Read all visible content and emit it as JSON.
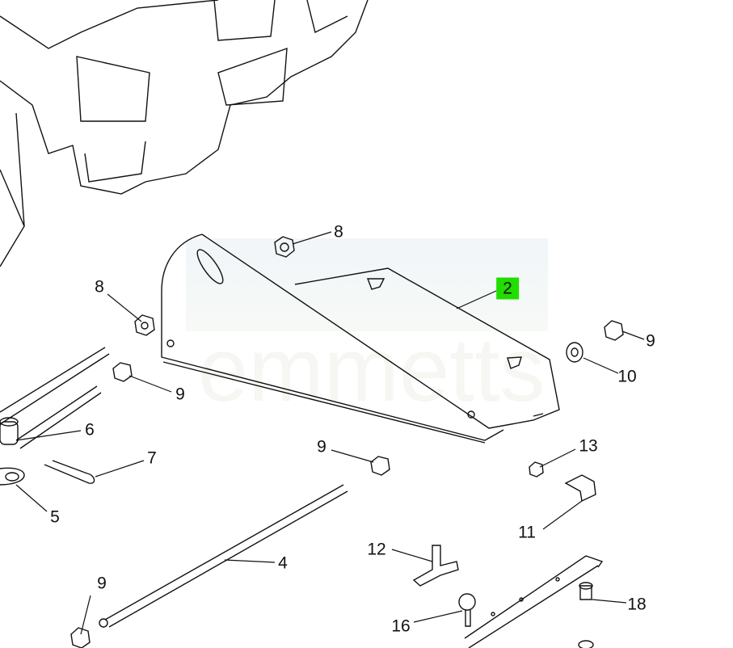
{
  "watermark": "emmetts",
  "callouts": [
    {
      "id": "8a",
      "text": "8"
    },
    {
      "id": "8b",
      "text": "8"
    },
    {
      "id": "2",
      "text": "2",
      "highlighted": true
    },
    {
      "id": "9a",
      "text": "9"
    },
    {
      "id": "10",
      "text": "10"
    },
    {
      "id": "9b",
      "text": "9"
    },
    {
      "id": "6",
      "text": "6"
    },
    {
      "id": "7",
      "text": "7"
    },
    {
      "id": "5",
      "text": "5"
    },
    {
      "id": "9c",
      "text": "9"
    },
    {
      "id": "13",
      "text": "13"
    },
    {
      "id": "11",
      "text": "11"
    },
    {
      "id": "12",
      "text": "12"
    },
    {
      "id": "4",
      "text": "4"
    },
    {
      "id": "9d",
      "text": "9"
    },
    {
      "id": "16",
      "text": "16"
    },
    {
      "id": "18",
      "text": "18"
    }
  ],
  "highlight_color": "#22dd00"
}
